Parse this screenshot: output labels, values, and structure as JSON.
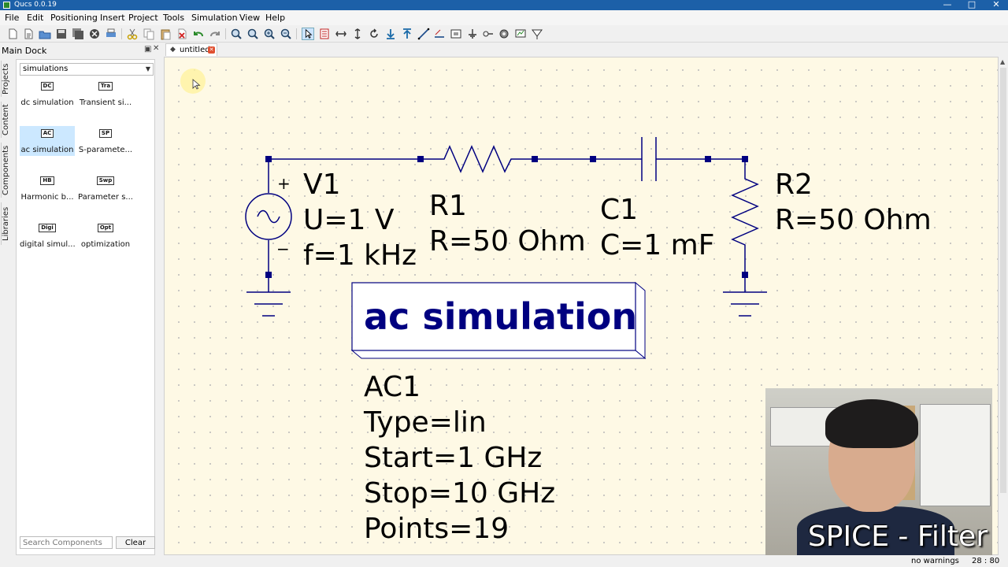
{
  "window": {
    "title": "Qucs 0.0.19",
    "minimize": "—",
    "maximize": "□",
    "close": "✕"
  },
  "menu": [
    "File",
    "Edit",
    "Positioning",
    "Insert",
    "Project",
    "Tools",
    "Simulation",
    "View",
    "Help"
  ],
  "dock": {
    "title": "Main Dock",
    "side_tabs": [
      "Projects",
      "Content",
      "Components",
      "Libraries"
    ],
    "category": "simulations",
    "components": [
      {
        "badge": "DC",
        "label": "dc simulation"
      },
      {
        "badge": "Tra",
        "label": "Transient si..."
      },
      {
        "badge": "AC",
        "label": "ac simulation"
      },
      {
        "badge": "SP",
        "label": "S-paramete..."
      },
      {
        "badge": "HB",
        "label": "Harmonic b..."
      },
      {
        "badge": "Swp",
        "label": "Parameter s..."
      },
      {
        "badge": "Digi",
        "label": "digital simul..."
      },
      {
        "badge": "Opt",
        "label": "optimization"
      }
    ],
    "search_placeholder": "Search Components",
    "clear_label": "Clear"
  },
  "document": {
    "tab_label": "untitled"
  },
  "schematic": {
    "v1": {
      "name": "V1",
      "voltage": "U=1 V",
      "freq": "f=1 kHz",
      "plus": "+",
      "minus": "−"
    },
    "r1": {
      "name": "R1",
      "value": "R=50 Ohm"
    },
    "c1": {
      "name": "C1",
      "value": "C=1 mF"
    },
    "r2": {
      "name": "R2",
      "value": "R=50 Ohm"
    },
    "sim": {
      "title": "ac simulation",
      "name": "AC1",
      "type": "Type=lin",
      "start": "Start=1 GHz",
      "stop": "Stop=10 GHz",
      "points": "Points=19"
    }
  },
  "status": {
    "warnings": "no warnings",
    "coords": "28 : 80"
  },
  "overlay": {
    "caption": "SPICE - Filter"
  },
  "colors": {
    "canvas": "#fef9e5",
    "wire": "#000080",
    "sim_title": "#000080",
    "titlebar": "#1c60a8"
  }
}
